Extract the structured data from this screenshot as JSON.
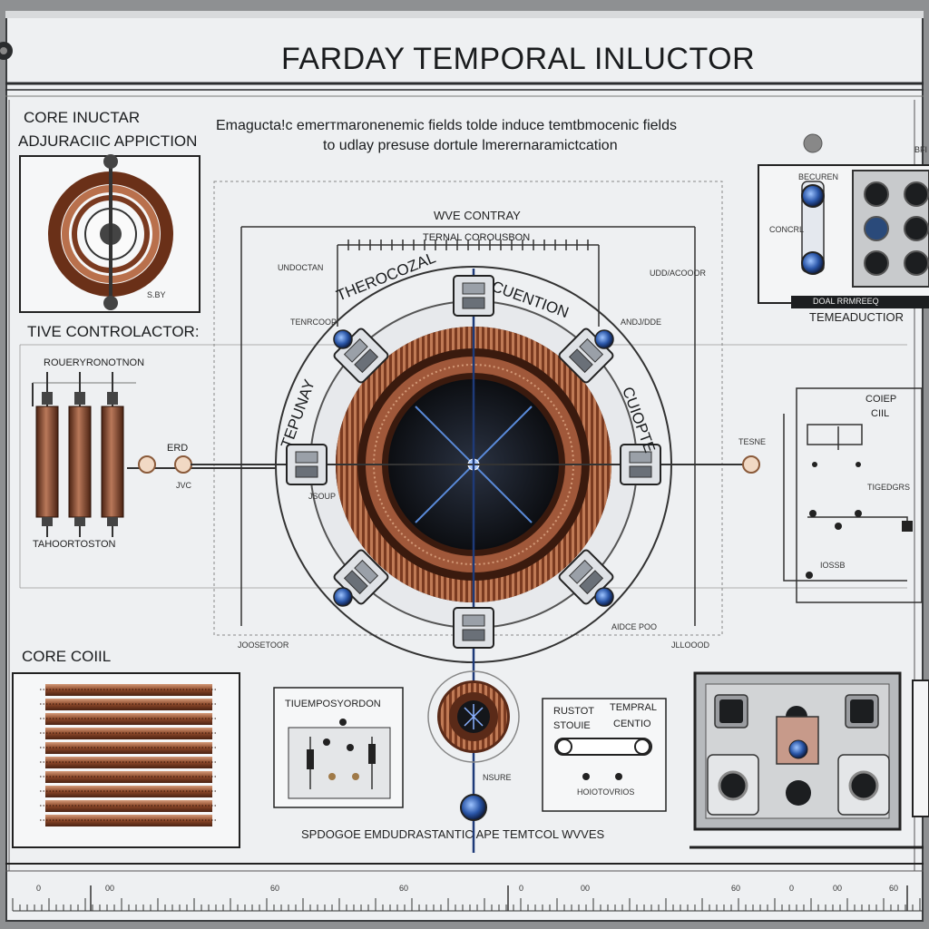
{
  "title": "FARDAY TEMPORAL INLUCTOR",
  "tagline": {
    "line1": "Emagucta!c emerтmaronenemic fields tolde induce temtbmocenic fields",
    "line2": "to udlay presuse dortule lmerernaramictcation"
  },
  "left_top": {
    "heading1": "CORE INUCTAR",
    "heading2": "ADJURACIIC APPICTION",
    "small_label": "S.BY"
  },
  "tive_panel": {
    "heading": "TIVE CONTROLACTOR:",
    "label_top": "ROUERYRONOTNON",
    "label_bottom": "TAHOORTOSTON",
    "label_erd": "ERD",
    "label_side": "JVC"
  },
  "core_coil": {
    "heading": "CORE COIIL"
  },
  "center": {
    "wave_label": "WVE CONTRAY",
    "sub_label": "TERNAL COROUSBON",
    "arc_top_left": "THEROCOZAL",
    "arc_top_right": "CUENTION",
    "arc_left": "TEPUNAY",
    "arc_right": "CUIOPTE",
    "small_left": "UNDOCTAN",
    "small_right": "UDD/ACOOOR",
    "small_mid_left": "TENRCOOP",
    "small_mid_right": "ANDJ/DDE",
    "small_low_left": "JSOUP",
    "small_low_right": "AIDCE POO",
    "small_bottom_left": "JOOSETOOR",
    "small_bottom_right": "JLLOOOD"
  },
  "right_panel": {
    "label_top": "BFI",
    "label_switch1": "BECUREN",
    "label_switch2": "CONCRL",
    "bar_label": "DOAL RRMREEQ",
    "heading": "TEMEADUCTIOR",
    "coil_label_1": "COIEP",
    "coil_label_2": "CIIL",
    "tedie_label": "TESNE",
    "tigd_label": "TIGEDGRS",
    "iosb_label": "IOSSB"
  },
  "bottom_panel_mid": {
    "header": "TIUEMPOSYORDON"
  },
  "bottom_panel_right": {
    "label1": "RUSTOT",
    "label2": "TEMPRAL",
    "label3": "STOUIE",
    "label4": "CENTIO",
    "label5": "HOIOTOVRIOS"
  },
  "bottom_caption": "SPDOGOE EMDUDRASTANTIC APE TEMTCOL WVVES",
  "small_node": "NSURE",
  "ruler": {
    "labels": [
      "0",
      "00",
      "60",
      "60",
      "0",
      "00",
      "60",
      "0",
      "00",
      "60"
    ]
  },
  "colors": {
    "copper": "#a0583a",
    "copper_dark": "#5a2a18",
    "core_dark": "#14161a",
    "accent_blue": "#2a56a8",
    "frame": "#3a3c3e",
    "paper": "#eef0f2"
  }
}
